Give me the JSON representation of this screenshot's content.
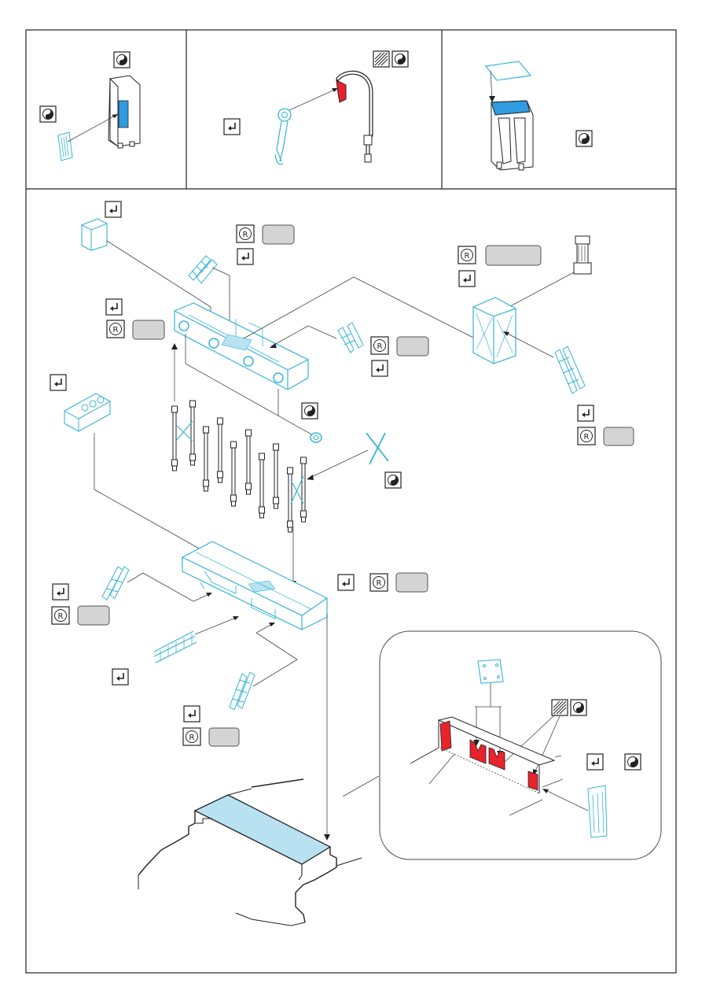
{
  "sheet": {
    "panels": [
      "top-left",
      "top-middle",
      "top-right",
      "main-assembly"
    ],
    "detail_callout": "zoom-inset"
  },
  "symbols": {
    "paint": "yin-yang-icon",
    "bend": "bend-arrow-icon",
    "photoetch_ref": "circled-r-icon",
    "texture": "hatched-texture-icon"
  },
  "colors": {
    "part_outline": "#35b4d6",
    "part_fill": "#b8e2f2",
    "highlight_fill": "#2f9be0",
    "paint_red": "#e8232b",
    "leader": "#444444",
    "grey_badge": "#d4d4d4"
  }
}
